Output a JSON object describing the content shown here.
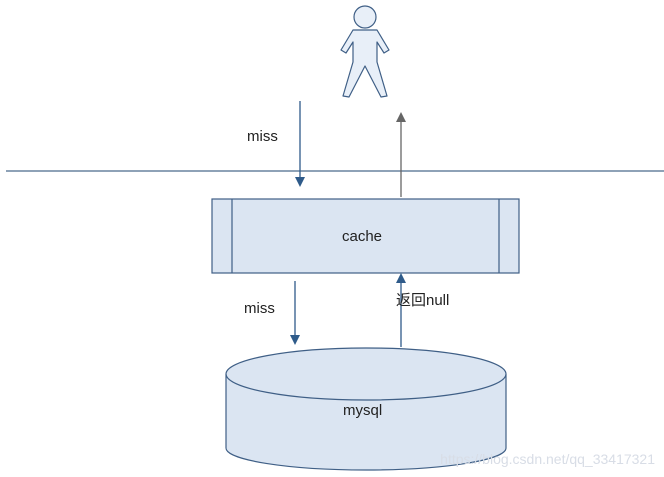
{
  "labels": {
    "miss_top": "miss",
    "miss_bottom": "miss",
    "cache": "cache",
    "return_null": "返回null",
    "mysql": "mysql"
  },
  "watermark": "https://blog.csdn.net/qq_33417321",
  "colors": {
    "line": "#4a6a8c",
    "arrow": "#2f5b8a",
    "arrow_up_top": "#666666",
    "box_fill": "#dbe5f2",
    "box_stroke": "#3f5f86",
    "cylinder_fill": "#dbe5f2",
    "cylinder_stroke": "#3f5f86",
    "person_fill": "#e8eff8",
    "person_stroke": "#3f5f86"
  },
  "icons": {
    "person": "person-icon"
  }
}
